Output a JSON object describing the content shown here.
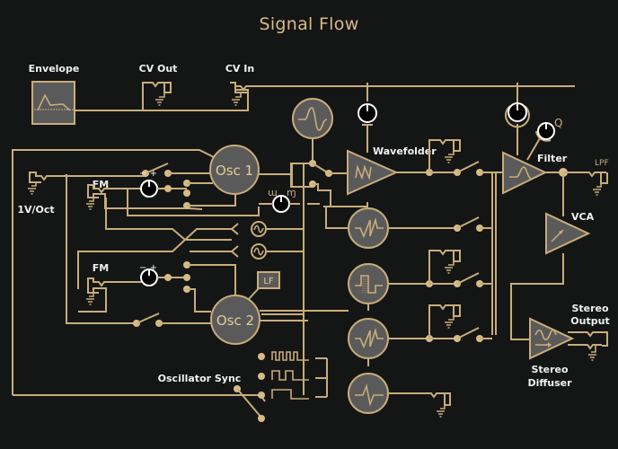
{
  "title": "Signal Flow",
  "labels": {
    "envelope": "Envelope",
    "cv_out": "CV Out",
    "cv_in": "CV In",
    "wavefolder": "Wavefolder",
    "filter": "Filter",
    "filter_q": "Q",
    "filter_mode": "LPF",
    "vca": "VCA",
    "osc1": "Osc 1",
    "osc2": "Osc 2",
    "lf": "LF",
    "fm1": "FM",
    "fm2": "FM",
    "pitch_in": "1V/Oct",
    "fm_polarity": "−  +",
    "osc_sync": "Oscillator Sync",
    "stereo_output_line1": "Stereo",
    "stereo_output_line2": "Output",
    "stereo_diffuser_line1": "Stereo",
    "stereo_diffuser_line2": "Diffuser"
  },
  "waveforms": [
    "sine-fold",
    "saw",
    "square",
    "triangle-saw",
    "pulse"
  ],
  "sync_ratios": [
    "fast-pulse",
    "medium-pulse",
    "slow-pulse"
  ],
  "colors": {
    "background": "#141515",
    "wire": "#c8ad79",
    "module_fill": "#5b5a5a",
    "title": "#d7bb86",
    "label": "#f1f1f1"
  }
}
